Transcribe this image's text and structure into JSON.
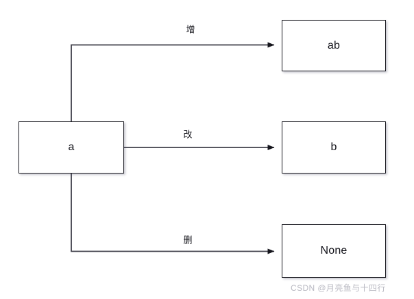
{
  "diagram": {
    "type": "flow-diagram",
    "background_color": "#ffffff",
    "line_color": "#3f3f4a",
    "border_color": "#16161d",
    "text_color": "#111118",
    "nodes": [
      {
        "id": "a",
        "label": "a"
      },
      {
        "id": "ab",
        "label": "ab"
      },
      {
        "id": "b",
        "label": "b"
      },
      {
        "id": "none",
        "label": "None"
      }
    ],
    "edges": [
      {
        "from": "a",
        "to": "ab",
        "label": "增"
      },
      {
        "from": "a",
        "to": "b",
        "label": "改"
      },
      {
        "from": "a",
        "to": "none",
        "label": "删"
      }
    ]
  },
  "watermark": {
    "text": "CSDN @月亮鱼与十四行",
    "color": "#b9b9c2"
  }
}
